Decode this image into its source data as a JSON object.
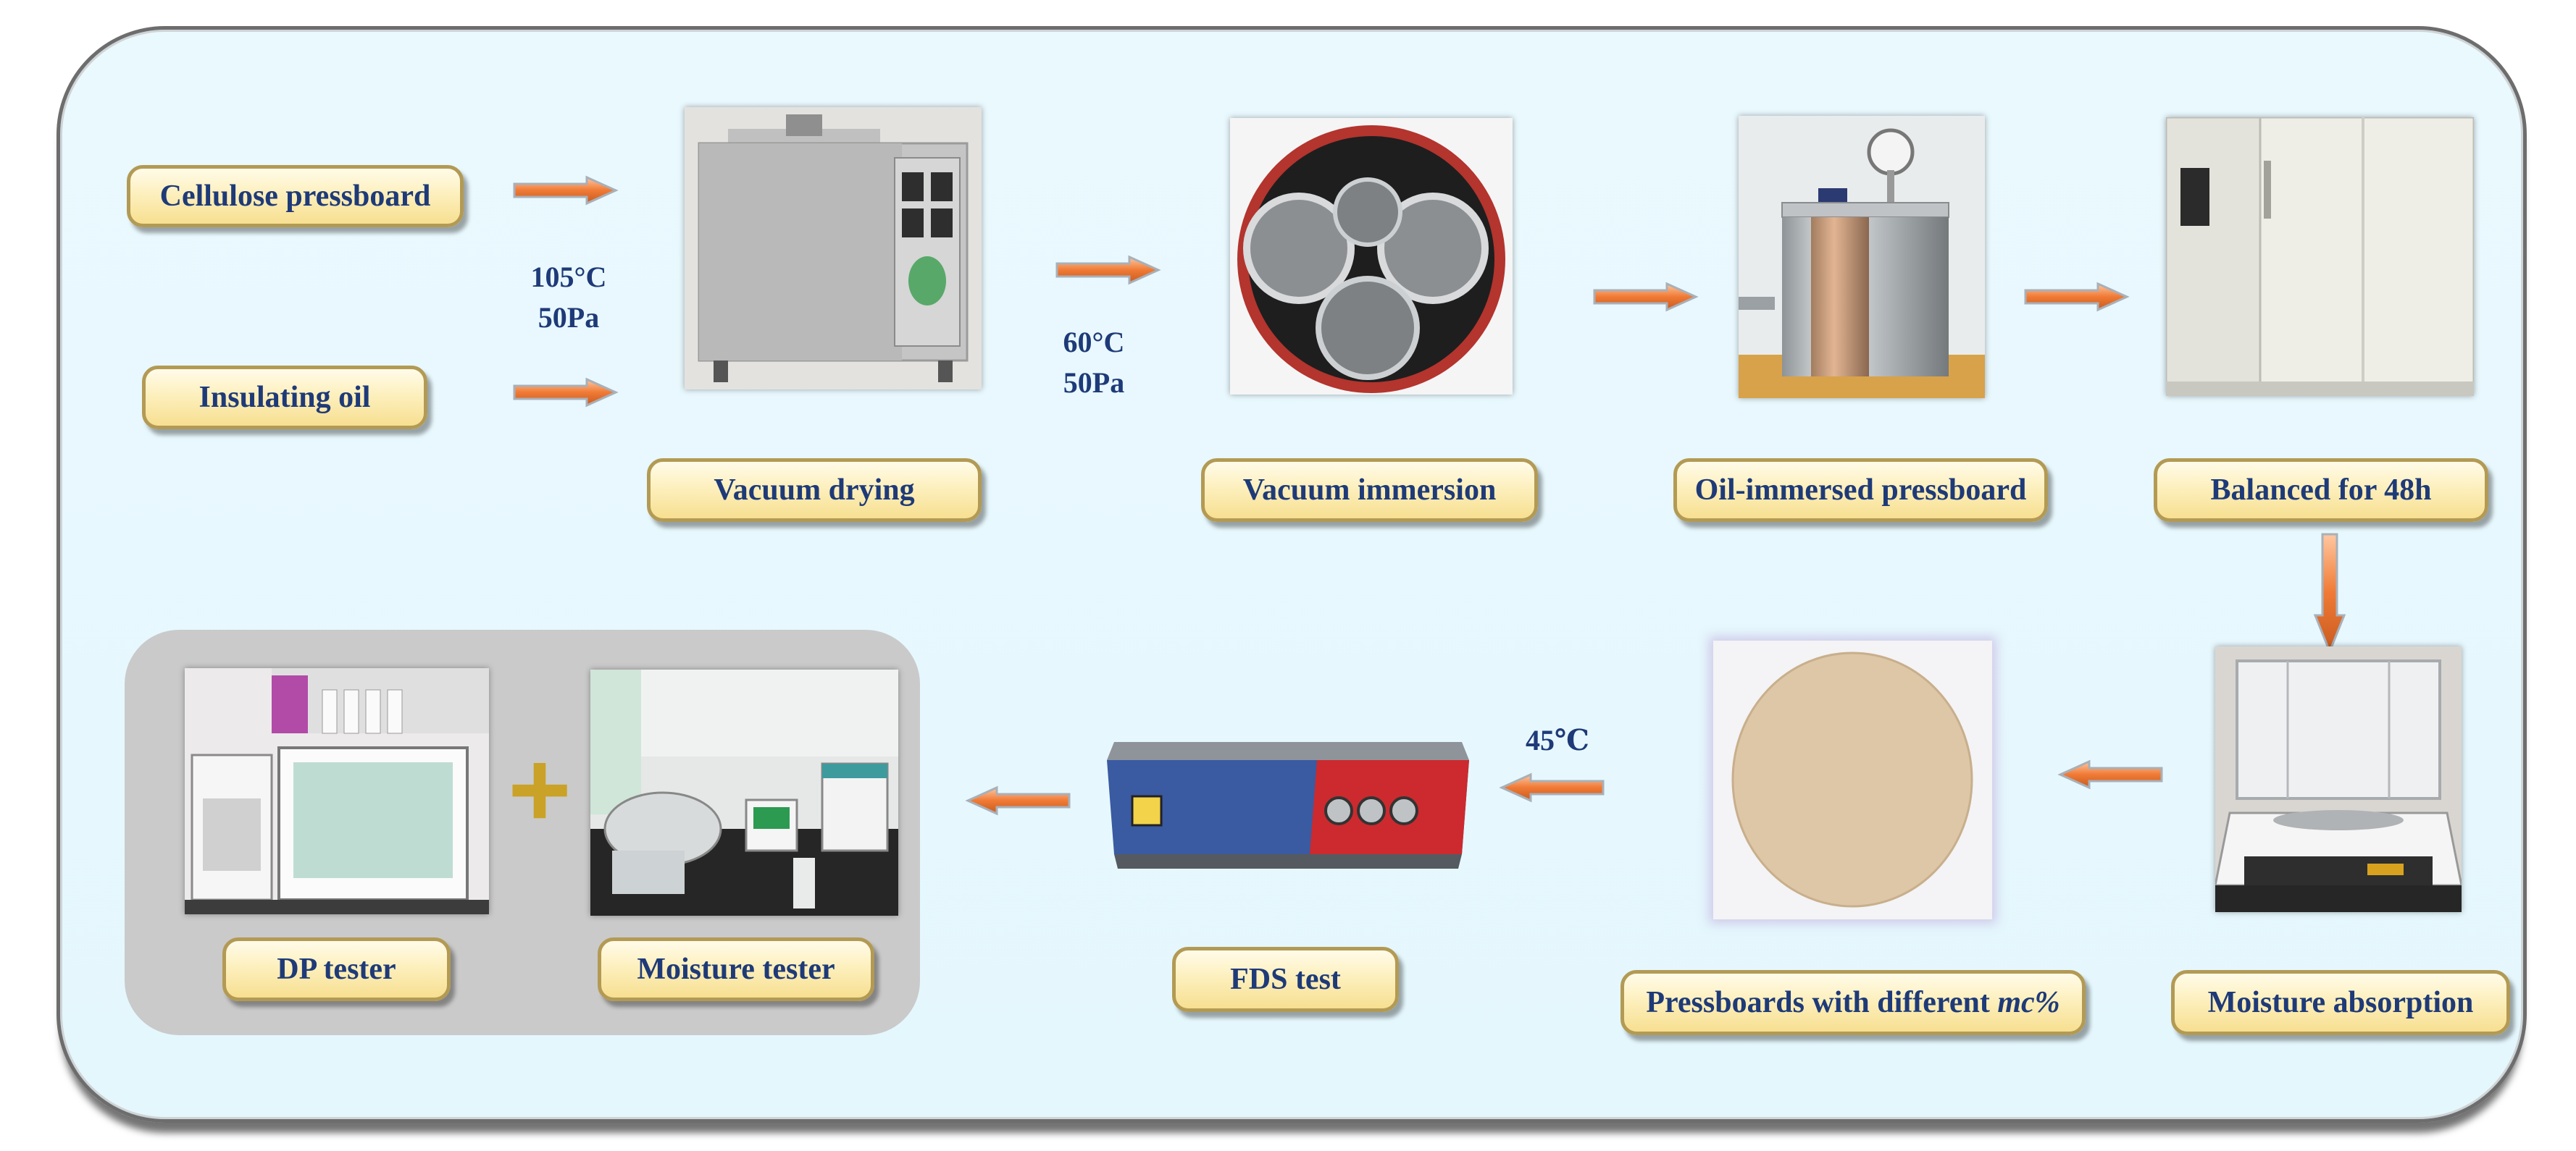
{
  "labels": {
    "cellulose_pressboard": "Cellulose pressboard",
    "insulating_oil": "Insulating oil",
    "vacuum_drying": "Vacuum drying",
    "vacuum_immersion": "Vacuum  immersion",
    "oil_immersed_pressboard": "Oil-immersed pressboard",
    "balanced_48h": "Balanced for 48h",
    "moisture_absorption": "Moisture absorption",
    "pressboards_mc_prefix": "Pressboards with different ",
    "pressboards_mc_italic": "mc%",
    "fds_test": "FDS test",
    "dp_tester": "DP tester",
    "moisture_tester": "Moisture tester"
  },
  "conditions": {
    "drying_temp": "105°C",
    "drying_pressure": "50Pa",
    "immersion_temp": "60°C",
    "immersion_pressure": "50Pa",
    "fds_temp": "45℃"
  },
  "plus_sign": "+",
  "colors": {
    "panel_fill": "#e6f8fd",
    "label_fill": "#fdf0be",
    "label_text": "#1e3a78",
    "arrow_orange": "#f07a35",
    "arrow_grey": "#a8b0b8",
    "plus_gold": "#c9a227"
  }
}
